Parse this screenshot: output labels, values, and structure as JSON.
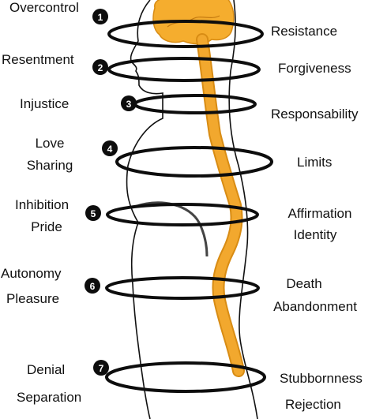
{
  "colors": {
    "spine": "#f2a82e",
    "spine_edge": "#d88c14",
    "brain": "#f5ad2e",
    "outline": "#111111",
    "ring": "#0d0d0d"
  },
  "chakras": [
    {
      "number": "1",
      "left_label": [
        "Overcontrol"
      ],
      "right_label": [
        "Resistance"
      ]
    },
    {
      "number": "2",
      "left_label": [
        "Resentment"
      ],
      "right_label": [
        "Forgiveness"
      ]
    },
    {
      "number": "3",
      "left_label": [
        "Injustice"
      ],
      "right_label": [
        "Responsability"
      ]
    },
    {
      "number": "4",
      "left_label": [
        "Love",
        "Sharing"
      ],
      "right_label": [
        "Limits"
      ]
    },
    {
      "number": "5",
      "left_label": [
        "Inhibition",
        "Pride"
      ],
      "right_label": [
        "Affirmation",
        "Identity"
      ]
    },
    {
      "number": "6",
      "left_label": [
        "Autonomy",
        "Pleasure"
      ],
      "right_label": [
        "Death",
        "Abandonment"
      ]
    },
    {
      "number": "7",
      "left_label": [
        "Denial",
        "Separation"
      ],
      "right_label": [
        "Stubbornness",
        "Rejection"
      ]
    }
  ]
}
